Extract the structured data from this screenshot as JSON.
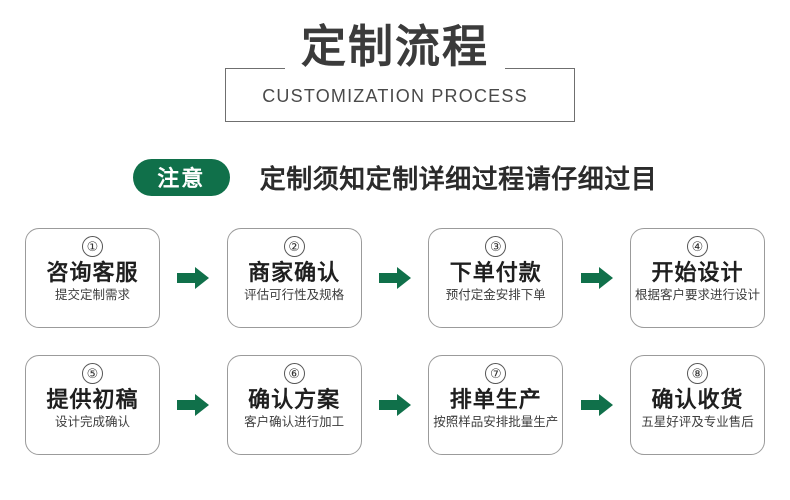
{
  "header": {
    "title": "定制流程",
    "subtitle": "CUSTOMIZATION PROCESS"
  },
  "notice": {
    "badge_label": "注意",
    "text": "定制须知定制详细过程请仔细过目"
  },
  "colors": {
    "accent_green": "#10704a",
    "title_gray": "#3b3b3b",
    "card_border": "#9b9b9b"
  },
  "steps": [
    {
      "number": "①",
      "title": "咨询客服",
      "desc": "提交定制需求"
    },
    {
      "number": "②",
      "title": "商家确认",
      "desc": "评估可行性及规格"
    },
    {
      "number": "③",
      "title": "下单付款",
      "desc": "预付定金安排下单"
    },
    {
      "number": "④",
      "title": "开始设计",
      "desc": "根据客户要求进行设计"
    },
    {
      "number": "⑤",
      "title": "提供初稿",
      "desc": "设计完成确认"
    },
    {
      "number": "⑥",
      "title": "确认方案",
      "desc": "客户确认进行加工"
    },
    {
      "number": "⑦",
      "title": "排单生产",
      "desc": "按照样品安排批量生产"
    },
    {
      "number": "⑧",
      "title": "确认收货",
      "desc": "五星好评及专业售后"
    }
  ],
  "arrow_icon": "arrow-right-icon"
}
